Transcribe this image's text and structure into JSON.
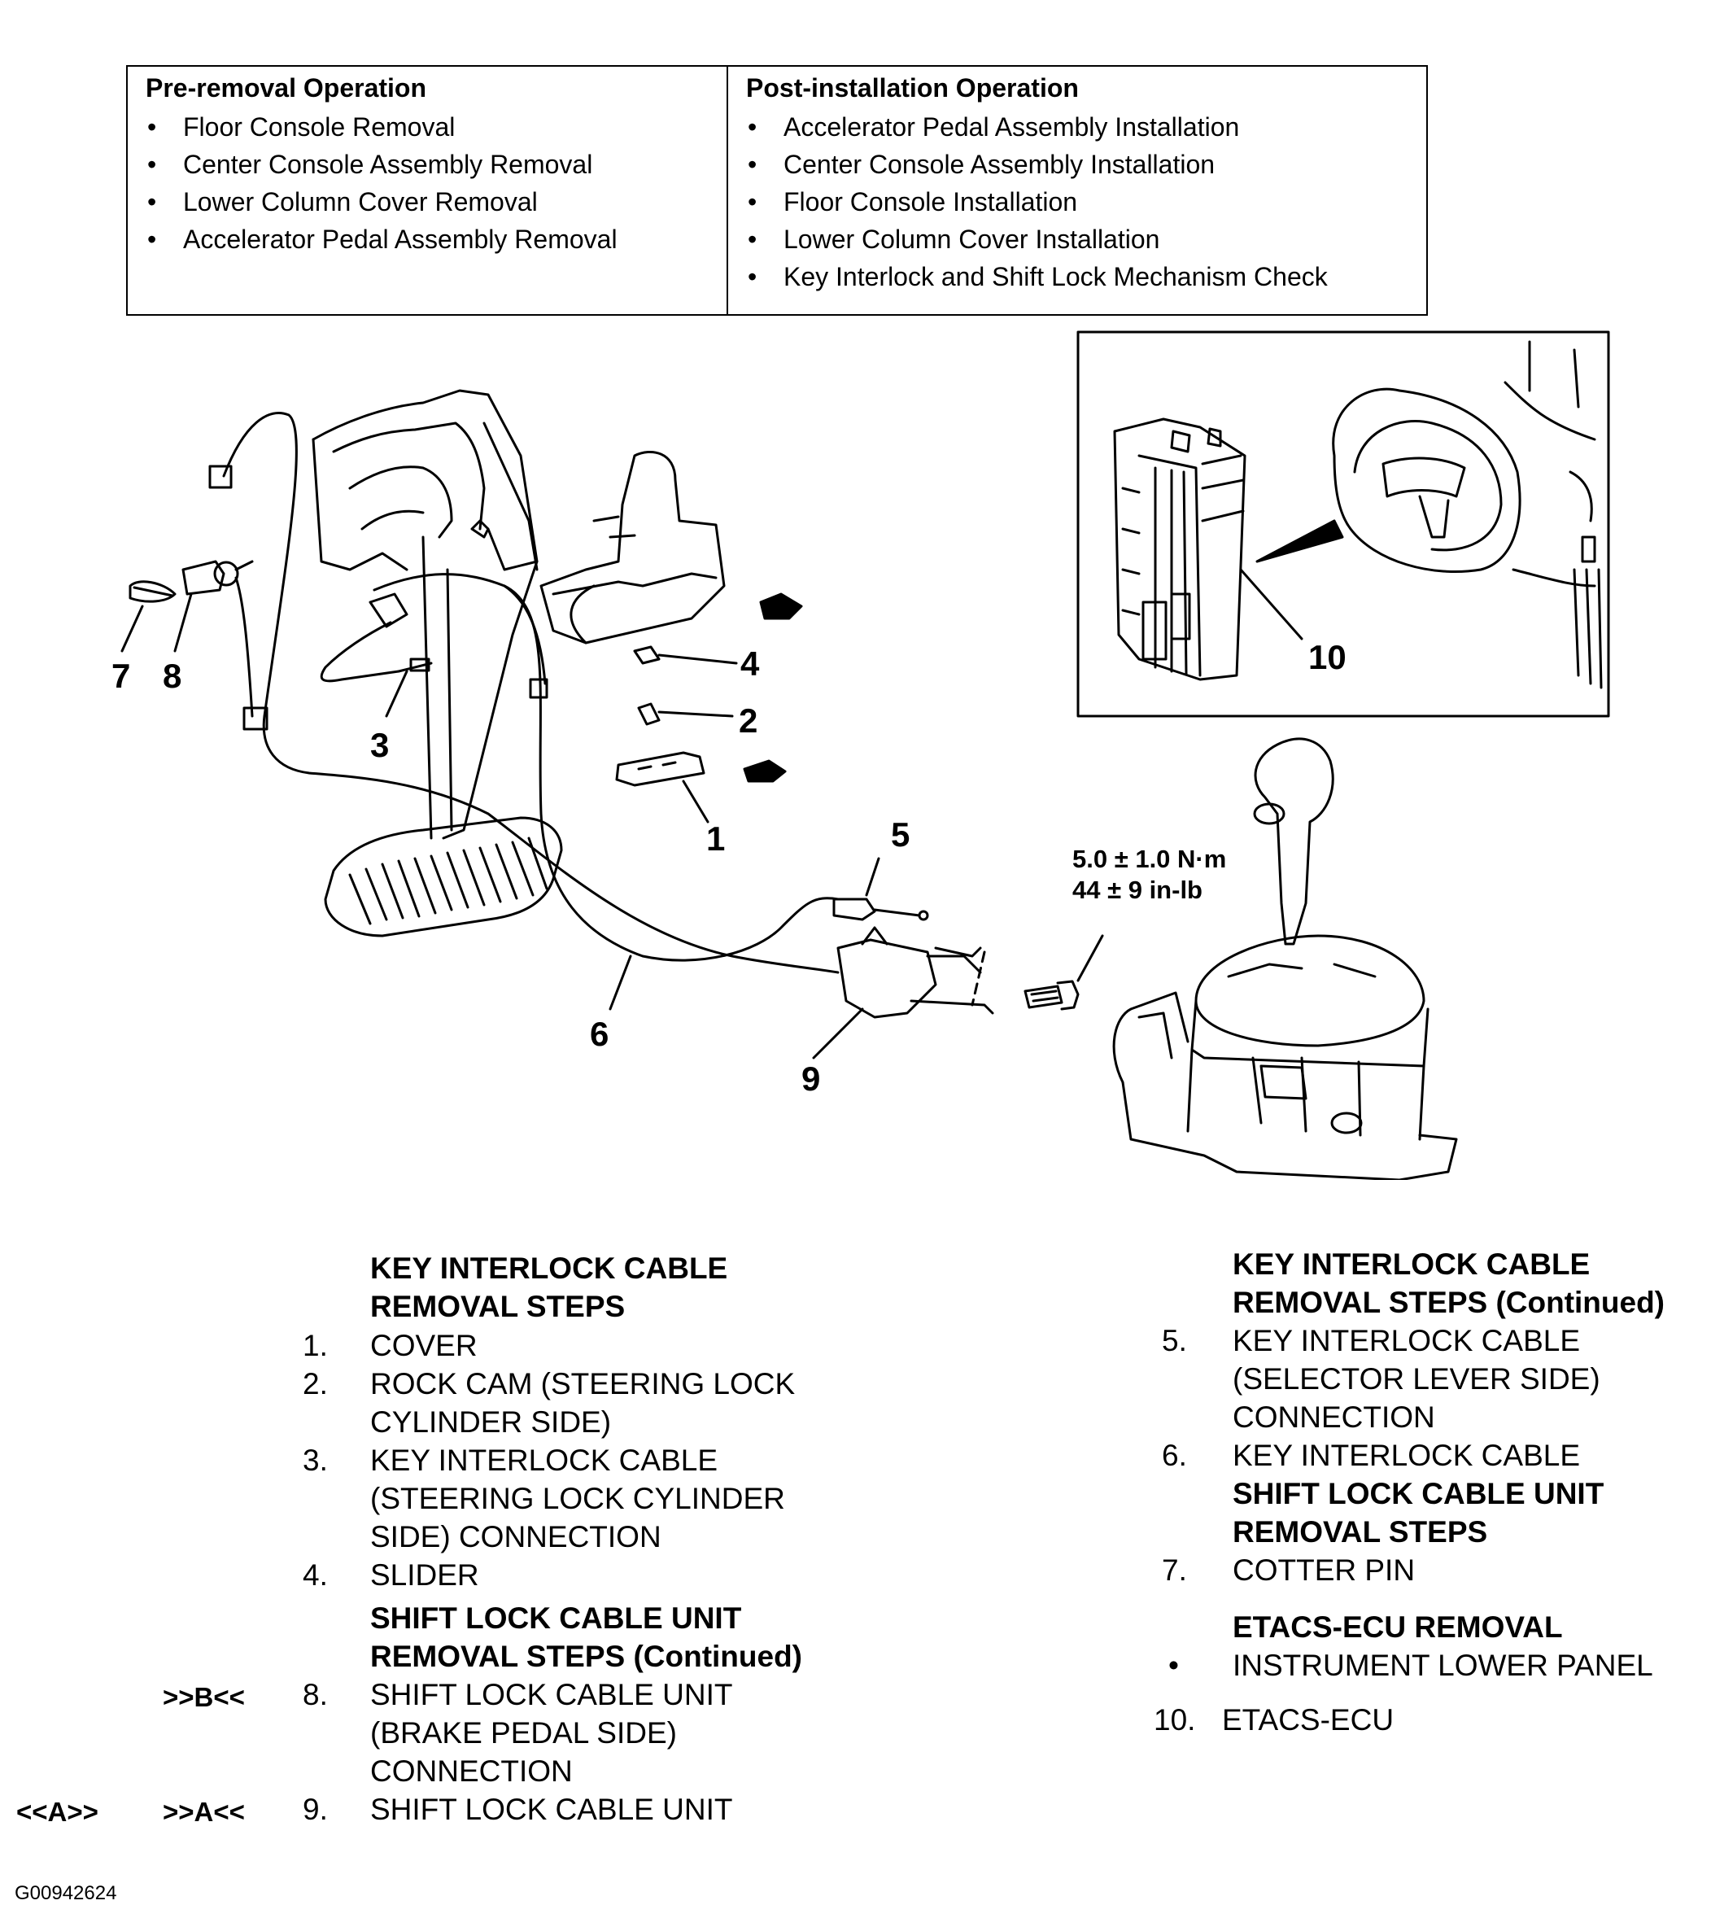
{
  "pre_removal": {
    "heading": "Pre-removal Operation",
    "items": [
      "Floor Console Removal",
      "Center Console Assembly Removal",
      "Lower Column Cover Removal",
      "Accelerator Pedal Assembly Removal"
    ]
  },
  "post_installation": {
    "heading": "Post-installation Operation",
    "items": [
      "Accelerator Pedal Assembly Installation",
      "Center Console Assembly Installation",
      "Floor Console Installation",
      "Lower Column Cover Installation",
      "Key Interlock and Shift Lock Mechanism Check"
    ]
  },
  "callouts": [
    "1",
    "2",
    "3",
    "4",
    "5",
    "6",
    "7",
    "8",
    "9",
    "10"
  ],
  "torque": {
    "metric": "5.0 ± 1.0 N·m",
    "imperial": "44 ± 9 in-lb"
  },
  "key_interlock_steps": {
    "heading_line1": "KEY INTERLOCK CABLE",
    "heading_line2": "REMOVAL STEPS",
    "items": [
      {
        "num": "1.",
        "lines": [
          "COVER"
        ]
      },
      {
        "num": "2.",
        "lines": [
          "ROCK CAM (STEERING LOCK",
          "CYLINDER SIDE)"
        ]
      },
      {
        "num": "3.",
        "lines": [
          "KEY INTERLOCK CABLE",
          "(STEERING LOCK CYLINDER",
          "SIDE) CONNECTION"
        ]
      },
      {
        "num": "4.",
        "lines": [
          "SLIDER"
        ]
      }
    ]
  },
  "shift_lock_continued": {
    "heading_line1": "SHIFT LOCK CABLE UNIT",
    "heading_line2": "REMOVAL STEPS (Continued)",
    "items": [
      {
        "tag_left": "",
        "tag": ">>B<<",
        "num": "8.",
        "lines": [
          "SHIFT LOCK CABLE UNIT",
          "(BRAKE PEDAL SIDE)",
          "CONNECTION"
        ]
      },
      {
        "tag_left": "<<A>>",
        "tag": ">>A<<",
        "num": "9.",
        "lines": [
          "SHIFT LOCK CABLE UNIT"
        ]
      }
    ]
  },
  "key_interlock_continued": {
    "heading_line1": "KEY INTERLOCK CABLE",
    "heading_line2": "REMOVAL STEPS (Continued)",
    "items": [
      {
        "num": "5.",
        "lines": [
          "KEY INTERLOCK CABLE",
          "(SELECTOR LEVER SIDE)",
          "CONNECTION"
        ]
      },
      {
        "num": "6.",
        "lines": [
          "KEY INTERLOCK CABLE"
        ]
      }
    ]
  },
  "shift_lock_steps": {
    "heading_line1": "SHIFT LOCK CABLE UNIT",
    "heading_line2": "REMOVAL STEPS",
    "items": [
      {
        "num": "7.",
        "lines": [
          "COTTER PIN"
        ]
      }
    ]
  },
  "etacs": {
    "heading": "ETACS-ECU REMOVAL",
    "bullet": "INSTRUMENT LOWER PANEL",
    "item_num": "10.",
    "item": "ETACS-ECU"
  },
  "figure_id": "G00942624"
}
